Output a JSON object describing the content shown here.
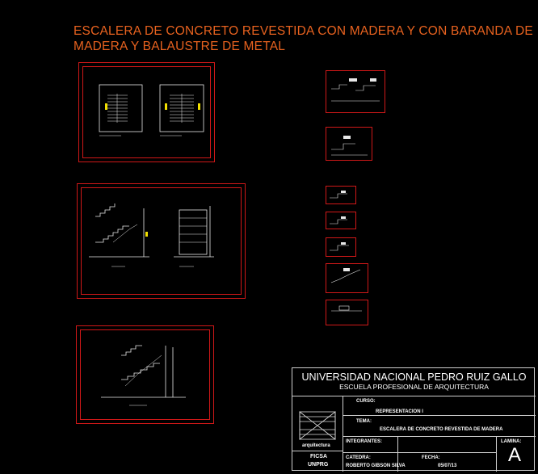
{
  "title": {
    "line1": "ESCALERA DE CONCRETO REVESTIDA CON MADERA Y CON BARANDA DE",
    "line2": "MADERA Y BALAUSTRE DE METAL"
  },
  "colors": {
    "background": "#000000",
    "title": "#e8621f",
    "frame": "#d01818",
    "linework": "#ffffff",
    "accent": "#f2e000"
  },
  "title_block": {
    "university": "UNIVERSIDAD NACIONAL PEDRO RUIZ GALLO",
    "school": "ESCUELA PROFESIONAL DE ARQUITECTURA",
    "logo_caption": "arquitectura",
    "faculty": "FICSA",
    "abbr": "UNPRG",
    "curso_label": "CURSO:",
    "curso_value": "REPRESENTACION I",
    "tema_label": "TEMA:",
    "tema_value": "ESCALERA DE CONCRETO REVESTIDA DE MADERA",
    "integrantes_label": "INTEGRANTES:",
    "lamina_label": "LAMINA:",
    "lamina_value": "A",
    "catedra_label": "CATEDRA:",
    "fecha_label": "FECHA:",
    "catedra_value": "ROBERTO GIBSON SILVA",
    "fecha_value": "05/07/13"
  }
}
